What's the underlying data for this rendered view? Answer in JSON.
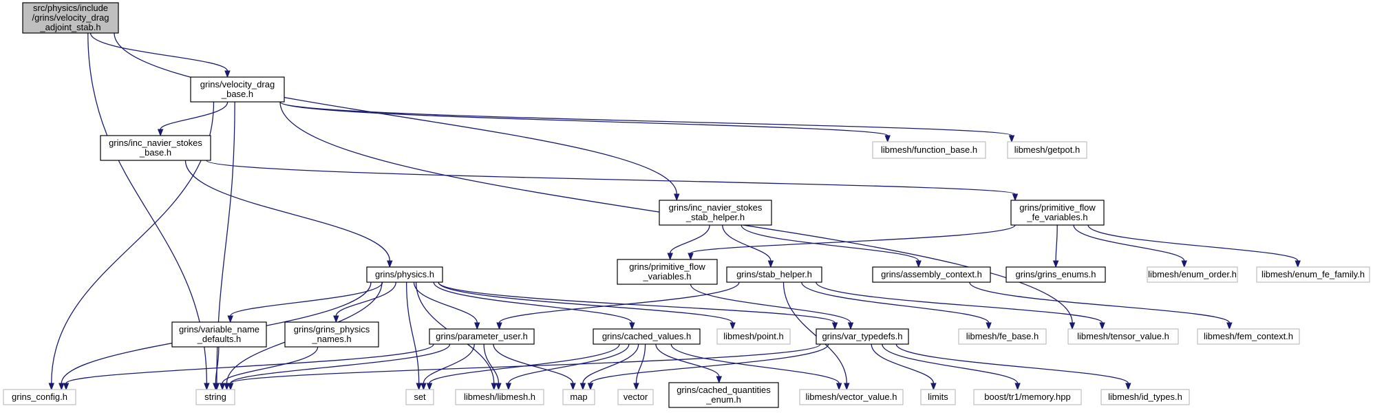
{
  "diagram": {
    "type": "include-dependency-graph",
    "colors": {
      "edge": "#191970",
      "root_fill": "#bfbfbf",
      "node_border": "#000000",
      "external_border": "#bfbfbf",
      "background": "#ffffff"
    },
    "nodes": [
      {
        "id": "root",
        "kind": "root",
        "lines": [
          "src/physics/include",
          "/grins/velocity_drag",
          "_adjoint_stab.h"
        ]
      },
      {
        "id": "vdb",
        "kind": "local",
        "lines": [
          "grins/velocity_drag",
          "_base.h"
        ]
      },
      {
        "id": "insb",
        "kind": "local",
        "lines": [
          "grins/inc_navier_stokes",
          "_base.h"
        ]
      },
      {
        "id": "lfb",
        "kind": "external",
        "lines": [
          "libmesh/function_base.h"
        ]
      },
      {
        "id": "lgp",
        "kind": "external",
        "lines": [
          "libmesh/getpot.h"
        ]
      },
      {
        "id": "inssh",
        "kind": "local",
        "lines": [
          "grins/inc_navier_stokes",
          "_stab_helper.h"
        ]
      },
      {
        "id": "pffv",
        "kind": "local",
        "lines": [
          "grins/primitive_flow",
          "_fe_variables.h"
        ]
      },
      {
        "id": "phys",
        "kind": "local",
        "lines": [
          "grins/physics.h"
        ]
      },
      {
        "id": "pfv",
        "kind": "local",
        "lines": [
          "grins/primitive_flow",
          "_variables.h"
        ]
      },
      {
        "id": "stab",
        "kind": "local",
        "lines": [
          "grins/stab_helper.h"
        ]
      },
      {
        "id": "asm",
        "kind": "local",
        "lines": [
          "grins/assembly_context.h"
        ]
      },
      {
        "id": "genum",
        "kind": "local",
        "lines": [
          "grins/grins_enums.h"
        ]
      },
      {
        "id": "lenum",
        "kind": "external",
        "lines": [
          "libmesh/enum_order.h"
        ]
      },
      {
        "id": "lfefam",
        "kind": "external",
        "lines": [
          "libmesh/enum_fe_family.h"
        ]
      },
      {
        "id": "vnd",
        "kind": "local",
        "lines": [
          "grins/variable_name",
          "_defaults.h"
        ]
      },
      {
        "id": "gpn",
        "kind": "local",
        "lines": [
          "grins/grins_physics",
          "_names.h"
        ]
      },
      {
        "id": "pu",
        "kind": "local",
        "lines": [
          "grins/parameter_user.h"
        ]
      },
      {
        "id": "cv",
        "kind": "local",
        "lines": [
          "grins/cached_values.h"
        ]
      },
      {
        "id": "lpt",
        "kind": "external",
        "lines": [
          "libmesh/point.h"
        ]
      },
      {
        "id": "vt",
        "kind": "local",
        "lines": [
          "grins/var_typedefs.h"
        ]
      },
      {
        "id": "lfe",
        "kind": "external",
        "lines": [
          "libmesh/fe_base.h"
        ]
      },
      {
        "id": "ltv",
        "kind": "external",
        "lines": [
          "libmesh/tensor_value.h"
        ]
      },
      {
        "id": "lfec",
        "kind": "external",
        "lines": [
          "libmesh/fem_context.h"
        ]
      },
      {
        "id": "gcfg",
        "kind": "external",
        "lines": [
          "grins_config.h"
        ]
      },
      {
        "id": "str",
        "kind": "external",
        "lines": [
          "string"
        ]
      },
      {
        "id": "set",
        "kind": "external",
        "lines": [
          "set"
        ]
      },
      {
        "id": "llm",
        "kind": "external",
        "lines": [
          "libmesh/libmesh.h"
        ]
      },
      {
        "id": "map",
        "kind": "external",
        "lines": [
          "map"
        ]
      },
      {
        "id": "vec",
        "kind": "external",
        "lines": [
          "vector"
        ]
      },
      {
        "id": "cqe",
        "kind": "local",
        "lines": [
          "grins/cached_quantities",
          "_enum.h"
        ]
      },
      {
        "id": "lvv",
        "kind": "external",
        "lines": [
          "libmesh/vector_value.h"
        ]
      },
      {
        "id": "lim",
        "kind": "external",
        "lines": [
          "limits"
        ]
      },
      {
        "id": "btr",
        "kind": "external",
        "lines": [
          "boost/tr1/memory.hpp"
        ]
      },
      {
        "id": "lid",
        "kind": "external",
        "lines": [
          "libmesh/id_types.h"
        ]
      }
    ],
    "edges": [
      [
        "root",
        "vdb"
      ],
      [
        "root",
        "inssh"
      ],
      [
        "root",
        "str"
      ],
      [
        "vdb",
        "insb"
      ],
      [
        "vdb",
        "lfb"
      ],
      [
        "vdb",
        "lgp"
      ],
      [
        "vdb",
        "ltv"
      ],
      [
        "vdb",
        "gcfg"
      ],
      [
        "vdb",
        "str"
      ],
      [
        "insb",
        "phys"
      ],
      [
        "insb",
        "pffv"
      ],
      [
        "inssh",
        "pfv"
      ],
      [
        "inssh",
        "stab"
      ],
      [
        "inssh",
        "asm"
      ],
      [
        "pffv",
        "pfv"
      ],
      [
        "pffv",
        "genum"
      ],
      [
        "pffv",
        "lenum"
      ],
      [
        "pffv",
        "lfefam"
      ],
      [
        "phys",
        "vnd"
      ],
      [
        "phys",
        "gpn"
      ],
      [
        "phys",
        "pu"
      ],
      [
        "phys",
        "cv"
      ],
      [
        "phys",
        "lpt"
      ],
      [
        "phys",
        "vt"
      ],
      [
        "phys",
        "gcfg"
      ],
      [
        "phys",
        "str"
      ],
      [
        "phys",
        "set"
      ],
      [
        "phys",
        "llm"
      ],
      [
        "pfv",
        "vt"
      ],
      [
        "stab",
        "pu"
      ],
      [
        "stab",
        "lfe"
      ],
      [
        "stab",
        "ltv"
      ],
      [
        "stab",
        "lvv"
      ],
      [
        "asm",
        "lfec"
      ],
      [
        "vnd",
        "str"
      ],
      [
        "gpn",
        "str"
      ],
      [
        "pu",
        "gcfg"
      ],
      [
        "pu",
        "str"
      ],
      [
        "pu",
        "set"
      ],
      [
        "pu",
        "llm"
      ],
      [
        "pu",
        "map"
      ],
      [
        "cv",
        "set"
      ],
      [
        "cv",
        "llm"
      ],
      [
        "cv",
        "map"
      ],
      [
        "cv",
        "vec"
      ],
      [
        "cv",
        "cqe"
      ],
      [
        "cv",
        "lvv"
      ],
      [
        "vt",
        "str"
      ],
      [
        "vt",
        "map"
      ],
      [
        "vt",
        "lim"
      ],
      [
        "vt",
        "btr"
      ],
      [
        "vt",
        "lid"
      ]
    ]
  }
}
